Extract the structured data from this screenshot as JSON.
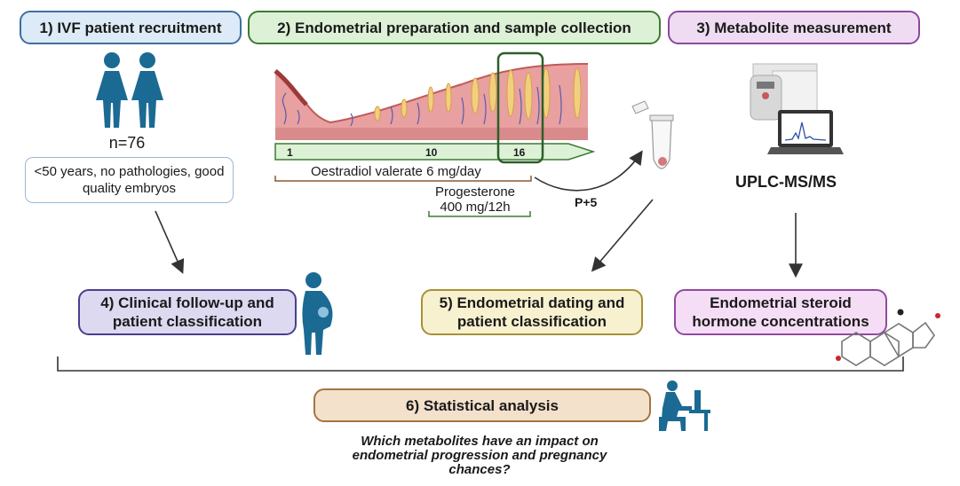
{
  "steps": {
    "s1": "1) IVF patient recruitment",
    "s2": "2) Endometrial preparation and sample collection",
    "s3": "3) Metabolite measurement",
    "s4": "4) Clinical follow-up and patient classification",
    "s5": "5) Endometrial dating and patient classification",
    "s6": "Endometrial steroid hormone concentrations",
    "s7": "6) Statistical analysis"
  },
  "recruitment": {
    "n": "n=76",
    "criteria": "<50 years, no pathologies, good quality embryos"
  },
  "timeline": {
    "day1": "1",
    "day10": "10",
    "day16": "16",
    "oestradiol": "Oestradiol valerate 6 mg/day",
    "progesterone_line1": "Progesterone",
    "progesterone_line2": "400 mg/12h",
    "sample_label": "P+5"
  },
  "measurement": {
    "method": "UPLC-MS/MS"
  },
  "question": "Which metabolites have an impact on endometrial progression and pregnancy chances?",
  "colors": {
    "blue_icon": "#1a6a94",
    "tissue": "#e8a0a0",
    "gland": "#f0d080",
    "green_frame": "#2d5f2a"
  },
  "icons": [
    "women-icon",
    "pregnant-woman-icon",
    "tube-icon",
    "mass-spectrometer-icon",
    "laptop-icon",
    "steroid-molecule-icon",
    "person-at-computer-icon"
  ]
}
